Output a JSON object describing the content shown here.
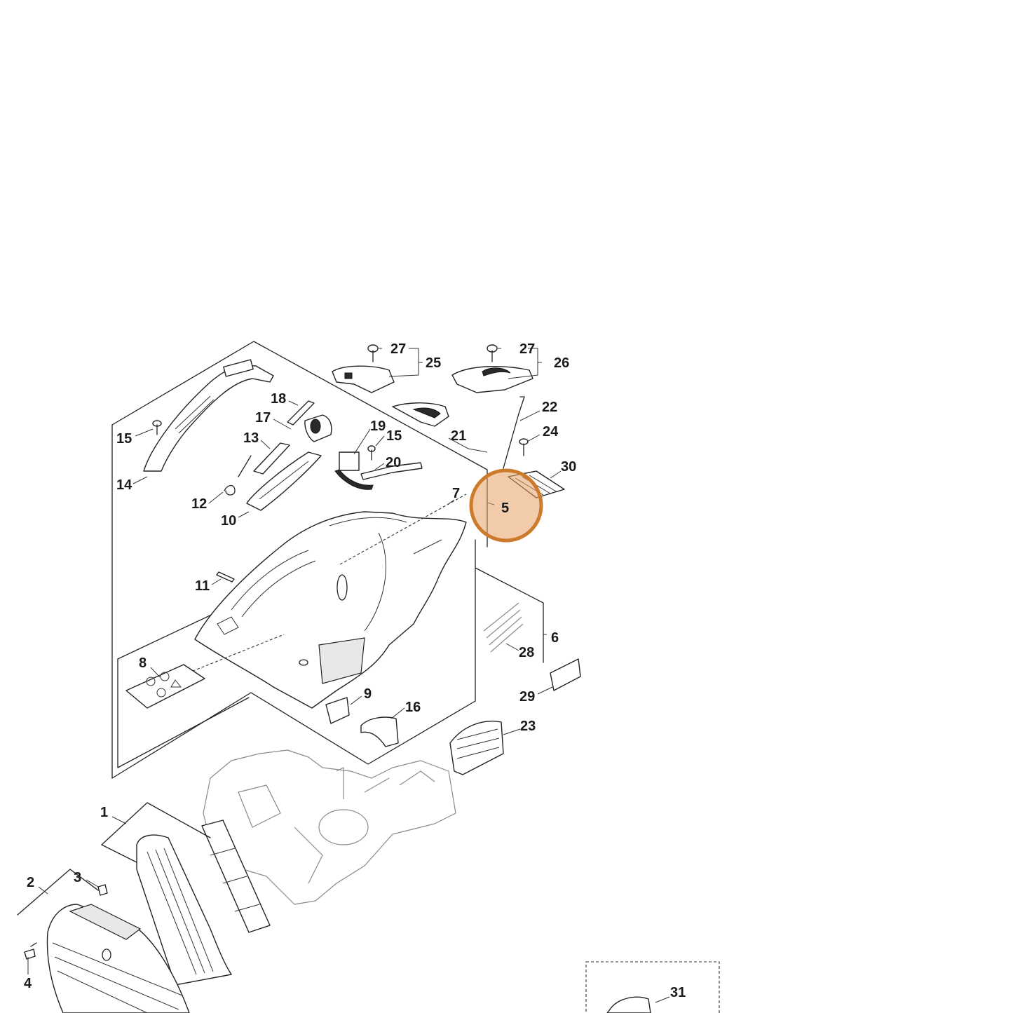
{
  "highlight": {
    "label": "5",
    "color": "#cc7a2c"
  },
  "callouts": [
    {
      "id": "1",
      "text": "1"
    },
    {
      "id": "2",
      "text": "2"
    },
    {
      "id": "3",
      "text": "3"
    },
    {
      "id": "4",
      "text": "4"
    },
    {
      "id": "5",
      "text": "5"
    },
    {
      "id": "6",
      "text": "6"
    },
    {
      "id": "7",
      "text": "7"
    },
    {
      "id": "8",
      "text": "8"
    },
    {
      "id": "9",
      "text": "9"
    },
    {
      "id": "10",
      "text": "10"
    },
    {
      "id": "11",
      "text": "11"
    },
    {
      "id": "12",
      "text": "12"
    },
    {
      "id": "13",
      "text": "13"
    },
    {
      "id": "14",
      "text": "14"
    },
    {
      "id": "15a",
      "text": "15"
    },
    {
      "id": "15b",
      "text": "15"
    },
    {
      "id": "16",
      "text": "16"
    },
    {
      "id": "17",
      "text": "17"
    },
    {
      "id": "18",
      "text": "18"
    },
    {
      "id": "19",
      "text": "19"
    },
    {
      "id": "20",
      "text": "20"
    },
    {
      "id": "21",
      "text": "21"
    },
    {
      "id": "22",
      "text": "22"
    },
    {
      "id": "23",
      "text": "23"
    },
    {
      "id": "24",
      "text": "24"
    },
    {
      "id": "25",
      "text": "25"
    },
    {
      "id": "26",
      "text": "26"
    },
    {
      "id": "27a",
      "text": "27"
    },
    {
      "id": "27b",
      "text": "27"
    },
    {
      "id": "28",
      "text": "28"
    },
    {
      "id": "29",
      "text": "29"
    },
    {
      "id": "30",
      "text": "30"
    },
    {
      "id": "31",
      "text": "31"
    }
  ]
}
